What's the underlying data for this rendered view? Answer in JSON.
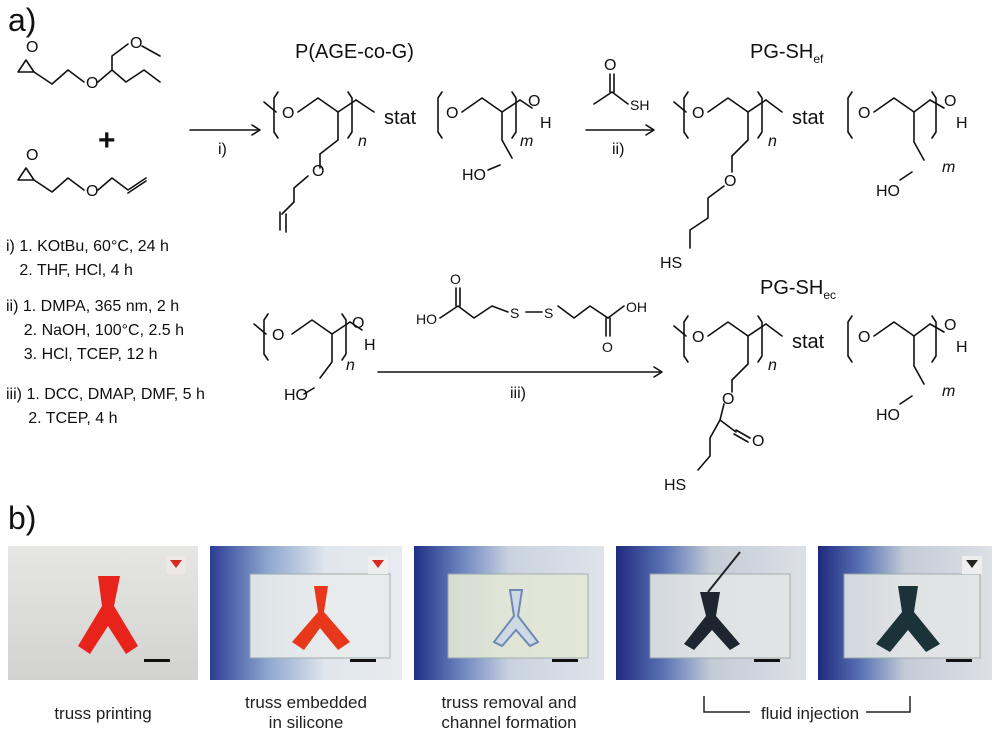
{
  "panel_a": {
    "label": "a)",
    "title_product1": "P(AGE-co-G)",
    "title_product2": "PG-SH",
    "title_product2_sub": "ef",
    "title_product3": "PG-SH",
    "title_product3_sub": "ec",
    "stat": "stat",
    "step_i": "i)",
    "step_ii": "ii)",
    "step_iii": "iii)",
    "plus": "+",
    "atoms": {
      "O": "O",
      "H": "H",
      "HO": "HO",
      "HS": "HS",
      "SH": "SH",
      "S": "S",
      "OH": "OH",
      "n": "n",
      "m": "m"
    },
    "conditions": {
      "i1": "i) 1. KOtBu, 60°C, 24 h",
      "i2": "   2. THF, HCl, 4 h",
      "ii1": "ii) 1. DMPA, 365 nm, 2 h",
      "ii2": "    2. NaOH, 100°C, 2.5 h",
      "ii3": "    3. HCl, TCEP, 12 h",
      "iii1": "iii) 1. DCC, DMAP, DMF, 5 h",
      "iii2": "     2. TCEP, 4 h"
    }
  },
  "panel_b": {
    "label": "b)",
    "captions": {
      "c1": "truss printing",
      "c2a": "truss embedded",
      "c2b": "in silicone",
      "c3a": "truss removal and",
      "c3b": "channel formation",
      "c4": "fluid injection"
    }
  }
}
